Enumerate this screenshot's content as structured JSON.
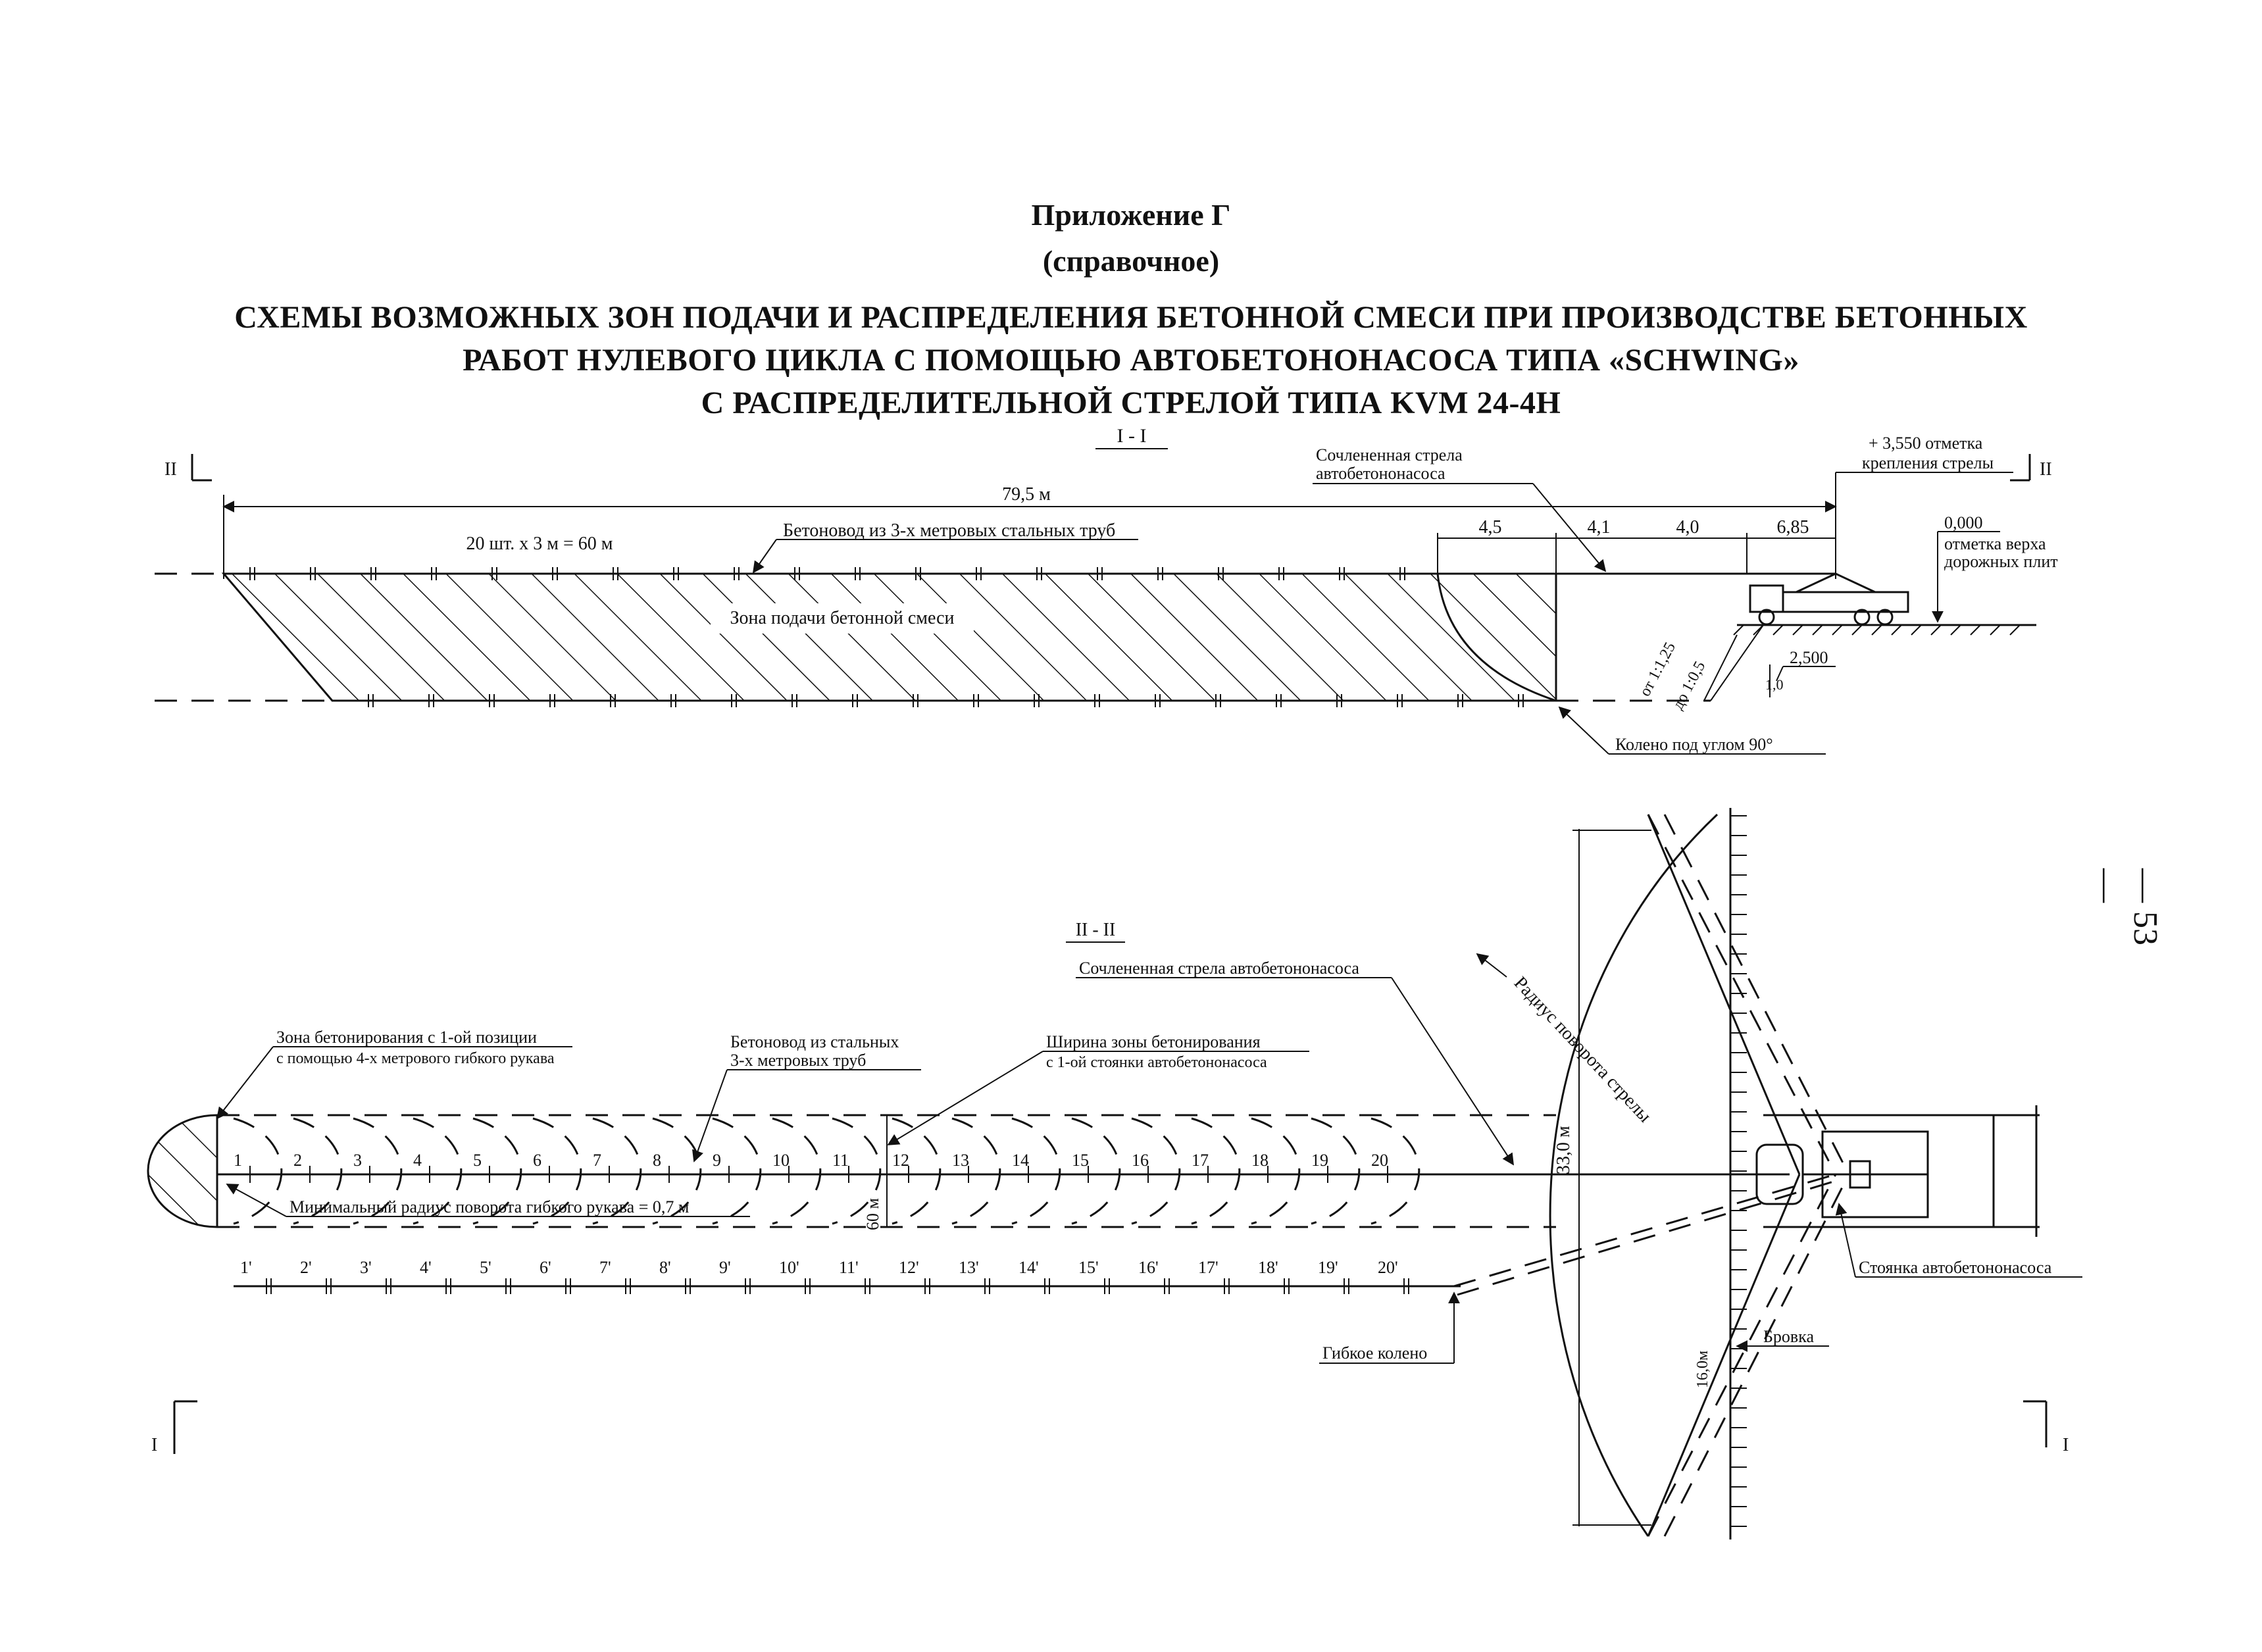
{
  "header": {
    "appendix": "Приложение Г",
    "reference": "(справочное)",
    "title_line1": "СХЕМЫ ВОЗМОЖНЫХ ЗОН ПОДАЧИ И РАСПРЕДЕЛЕНИЯ БЕТОННОЙ СМЕСИ ПРИ ПРОИЗВОДСТВЕ БЕТОННЫХ",
    "title_line2": "РАБОТ НУЛЕВОГО ЦИКЛА С ПОМОЩЬЮ АВТОБЕТОНОНАСОСА ТИПА «SCHWING»",
    "title_line3": "С РАСПРЕДЕЛИТЕЛЬНОЙ СТРЕЛОЙ ТИПА KVM 24-4H"
  },
  "page_number": "— 53 —",
  "section1": {
    "title": "I - I",
    "cut_mark": "II",
    "total_length": "79,5 м",
    "pipes_count": "20 шт. х 3 м = 60 м",
    "pipeline_label": "Бетоновод из 3-х метровых стальных труб",
    "zone_label": "Зона подачи бетонной смеси",
    "boom_label_line1": "Сочлененная стрела",
    "boom_label_line2": "автобетононасоса",
    "dim_1": "4,5",
    "dim_2": "4,1",
    "dim_3": "4,0",
    "dim_4": "6,85",
    "mount_mark_line1": "+ 3,550 отметка",
    "mount_mark_line2": "крепления стрелы",
    "zero_mark": "0,000",
    "zero_desc_line1": "отметка верха",
    "zero_desc_line2": "дорожных плит",
    "slope_1": "от 1:1,25",
    "slope_2": "до 1:0,5",
    "depth_small": "1,0",
    "depth_mark": "2,500",
    "elbow_label": "Колено под углом 90°"
  },
  "section2": {
    "title": "II - II",
    "boom_label": "Сочлененная стрела автобетононасоса",
    "zone1_line1": "Зона бетонирования с 1-ой позиции",
    "zone1_line2": "с помощью 4-х метрового гибкого рукава",
    "pipeline_line1": "Бетоновод из стальных",
    "pipeline_line2": "3-х метровых труб",
    "width_line1": "Ширина зоны бетонирования",
    "width_line2": "с 1-ой стоянки автобетононасоса",
    "radius_label": "Радиус поворота стрелы",
    "min_radius_label": "Минимальный радиус поворота гибкого рукава = 0,7 м",
    "width_60": "60 м",
    "dim_33": "33,0 м",
    "dim_16": "16,0м",
    "flex_elbow": "Гибкое колено",
    "parking": "Стоянка автобетононасоса",
    "edge": "Бровка",
    "cut_left": "I",
    "cut_right": "I",
    "positions": [
      "1",
      "2",
      "3",
      "4",
      "5",
      "6",
      "7",
      "8",
      "9",
      "10",
      "11",
      "12",
      "13",
      "14",
      "15",
      "16",
      "17",
      "18",
      "19",
      "20"
    ],
    "positions_prime": [
      "1'",
      "2'",
      "3'",
      "4'",
      "5'",
      "6'",
      "7'",
      "8'",
      "9'",
      "10'",
      "11'",
      "12'",
      "13'",
      "14'",
      "15'",
      "16'",
      "17'",
      "18'",
      "19'",
      "20'"
    ]
  }
}
